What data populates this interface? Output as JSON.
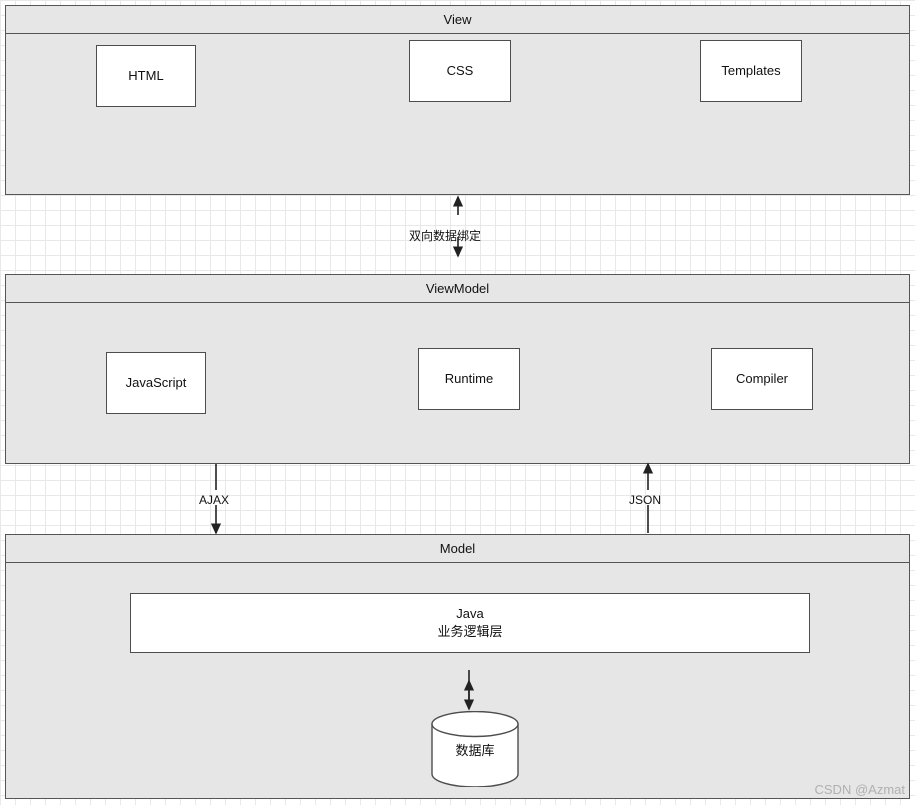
{
  "diagram": {
    "type": "layered-architecture",
    "layers": [
      {
        "id": "view",
        "title": "View",
        "nodes": [
          {
            "label": "HTML"
          },
          {
            "label": "CSS"
          },
          {
            "label": "Templates"
          }
        ]
      },
      {
        "id": "viewmodel",
        "title": "ViewModel",
        "nodes": [
          {
            "label": "JavaScript"
          },
          {
            "label": "Runtime"
          },
          {
            "label": "Compiler"
          }
        ]
      },
      {
        "id": "model",
        "title": "Model",
        "nodes": [
          {
            "label_line1": "Java",
            "label_line2": "业务逻辑层"
          }
        ]
      }
    ],
    "connectors": [
      {
        "id": "view-viewmodel",
        "label": "双向数据绑定",
        "direction": "bidirectional"
      },
      {
        "id": "viewmodel-model",
        "label": "AJAX",
        "direction": "down"
      },
      {
        "id": "model-viewmodel",
        "label": "JSON",
        "direction": "up"
      },
      {
        "id": "java-db",
        "label": "",
        "direction": "bidirectional"
      }
    ],
    "database": {
      "label": "数据库"
    }
  },
  "watermark": "CSDN @Azmat"
}
